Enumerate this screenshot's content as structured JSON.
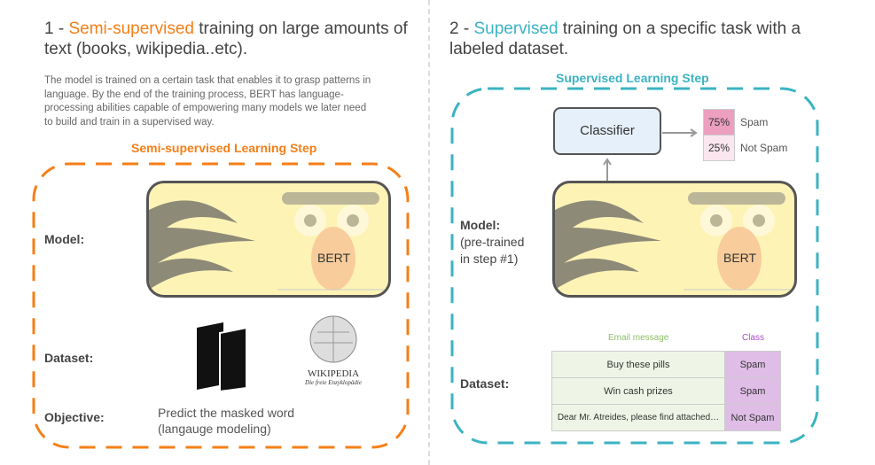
{
  "left": {
    "num": "1 - ",
    "highlight": "Semi-supervised",
    "title_rest": " training on large amounts of text (books, wikipedia..etc).",
    "paragraph": "The model is trained on a certain task that enables it to grasp patterns in language. By the end of the training process, BERT has language-processing abilities capable of empowering many models we later need to build and train in a supervised way.",
    "step_title": "Semi-supervised Learning Step",
    "model_label": "Model:",
    "bert_label": "BERT",
    "dataset_label": "Dataset:",
    "objective_label": "Objective:",
    "objective": "Predict the masked word (langauge modeling)",
    "wiki_name": "WIKIPEDIA",
    "wiki_sub": "Die freie Enzyklopädie"
  },
  "right": {
    "num": "2 - ",
    "highlight": "Supervised",
    "title_rest": " training on a specific task with a labeled dataset.",
    "step_title": "Supervised Learning Step",
    "classifier": "Classifier",
    "outputs": [
      {
        "pct": "75%",
        "label": "Spam"
      },
      {
        "pct": "25%",
        "label": "Not Spam"
      }
    ],
    "model_label": "Model:",
    "model_sub": "(pre-trained in step #1)",
    "bert_label": "BERT",
    "dataset_label": "Dataset:",
    "table": {
      "headers": [
        "Email message",
        "Class"
      ],
      "rows": [
        [
          "Buy these pills",
          "Spam"
        ],
        [
          "Win cash prizes",
          "Spam"
        ],
        [
          "Dear Mr. Atreides, please find attached…",
          "Not Spam"
        ]
      ]
    }
  },
  "colors": {
    "orange": "#f57f17",
    "teal": "#3bb3c3"
  }
}
